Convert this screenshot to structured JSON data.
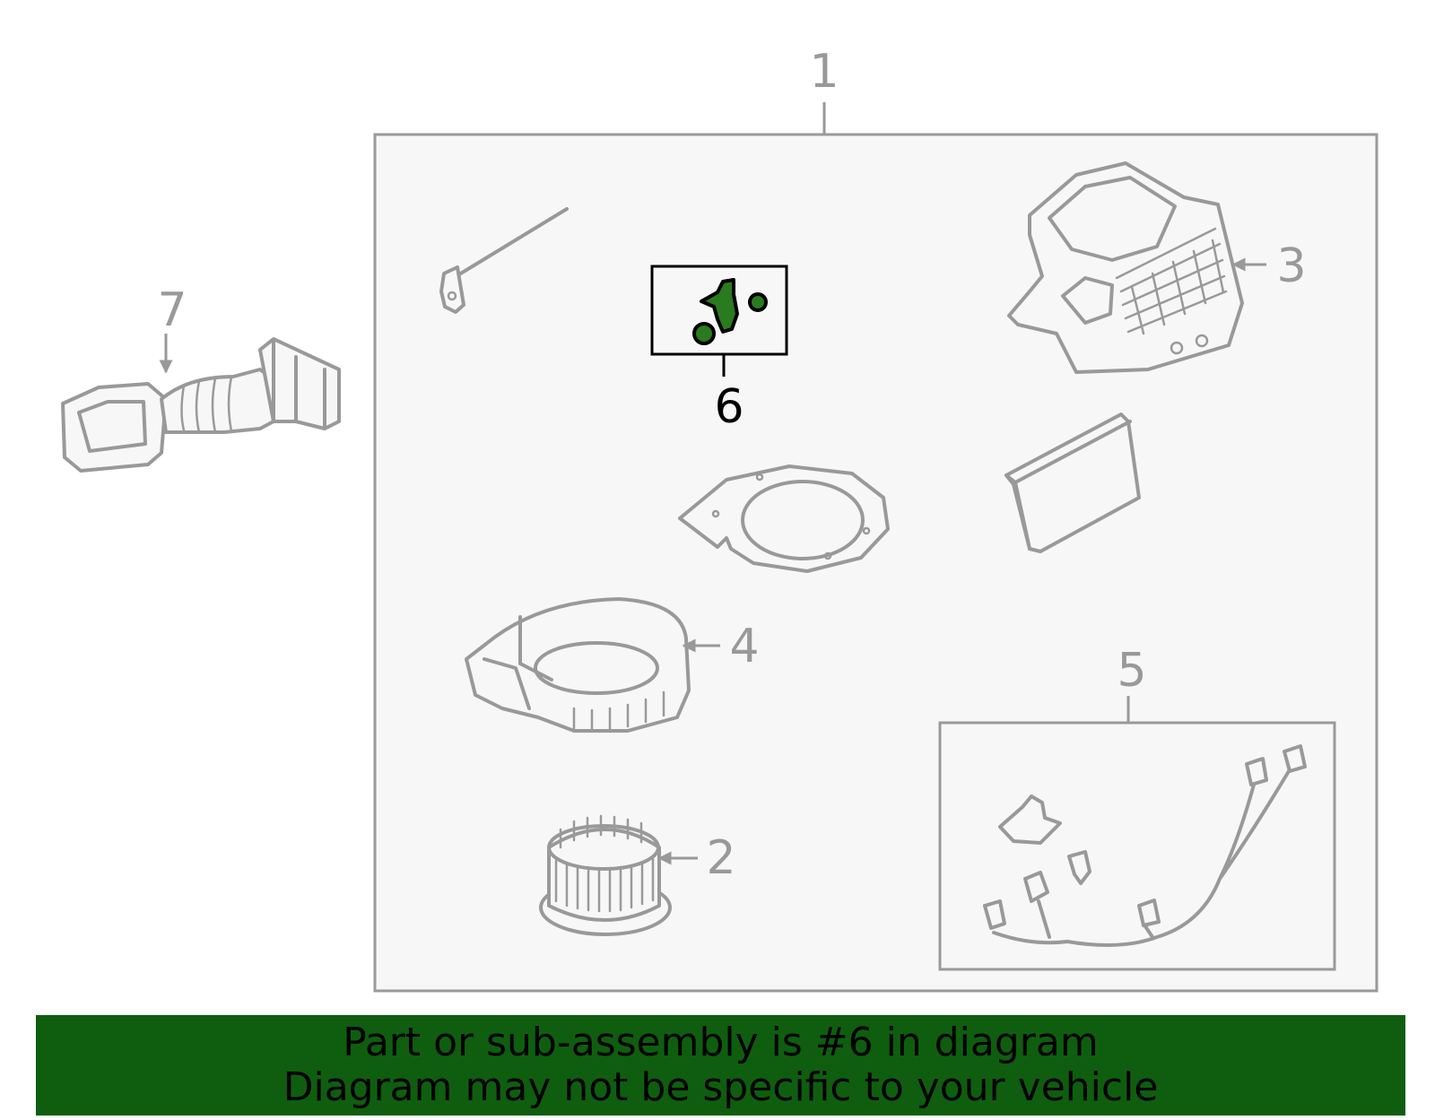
{
  "diagram": {
    "callouts": [
      "1",
      "2",
      "3",
      "4",
      "5",
      "6",
      "7"
    ],
    "highlighted_callout": "6",
    "colors": {
      "outline": "#999999",
      "panel": "#f7f7f7",
      "highlight_part": "#2a7a1f",
      "banner": "#0f5e0f"
    }
  },
  "banner": {
    "line1": "Part or sub-assembly is #6 in diagram",
    "line2": "Diagram may not be specific to your vehicle"
  }
}
